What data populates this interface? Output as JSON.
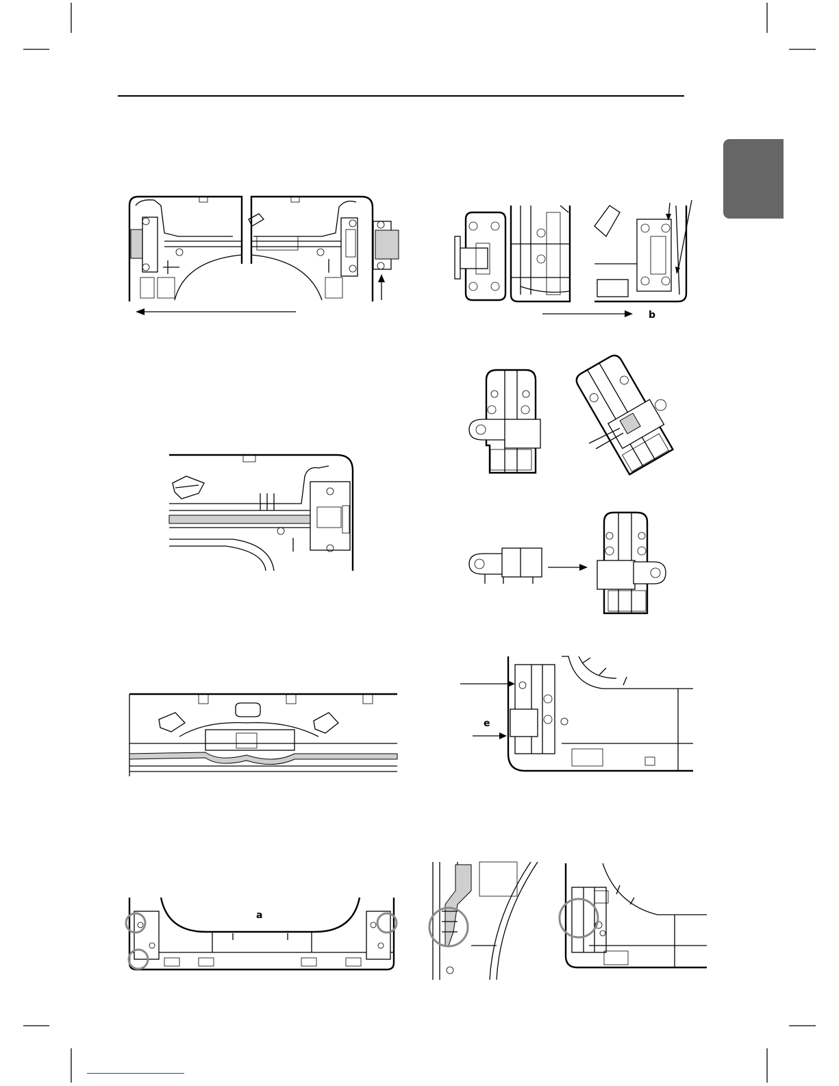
{
  "page": {
    "callout_labels": {
      "b": "b",
      "e": "e",
      "a": "a"
    },
    "section_tab_color": "#666666",
    "footer_link_color": "#2a3bd0"
  },
  "figures": [
    {
      "name": "door-hinge-removal-top-left"
    },
    {
      "name": "hinge-parts-top-right"
    },
    {
      "name": "hinge-bracket-rotated-pair"
    },
    {
      "name": "top-cover-right-corner"
    },
    {
      "name": "hinge-bracket-reversal"
    },
    {
      "name": "top-cover-front-center"
    },
    {
      "name": "hinge-installed-corner"
    },
    {
      "name": "bottom-frame-overview"
    },
    {
      "name": "bottom-corner-detail-left"
    },
    {
      "name": "bottom-corner-detail-right"
    }
  ]
}
